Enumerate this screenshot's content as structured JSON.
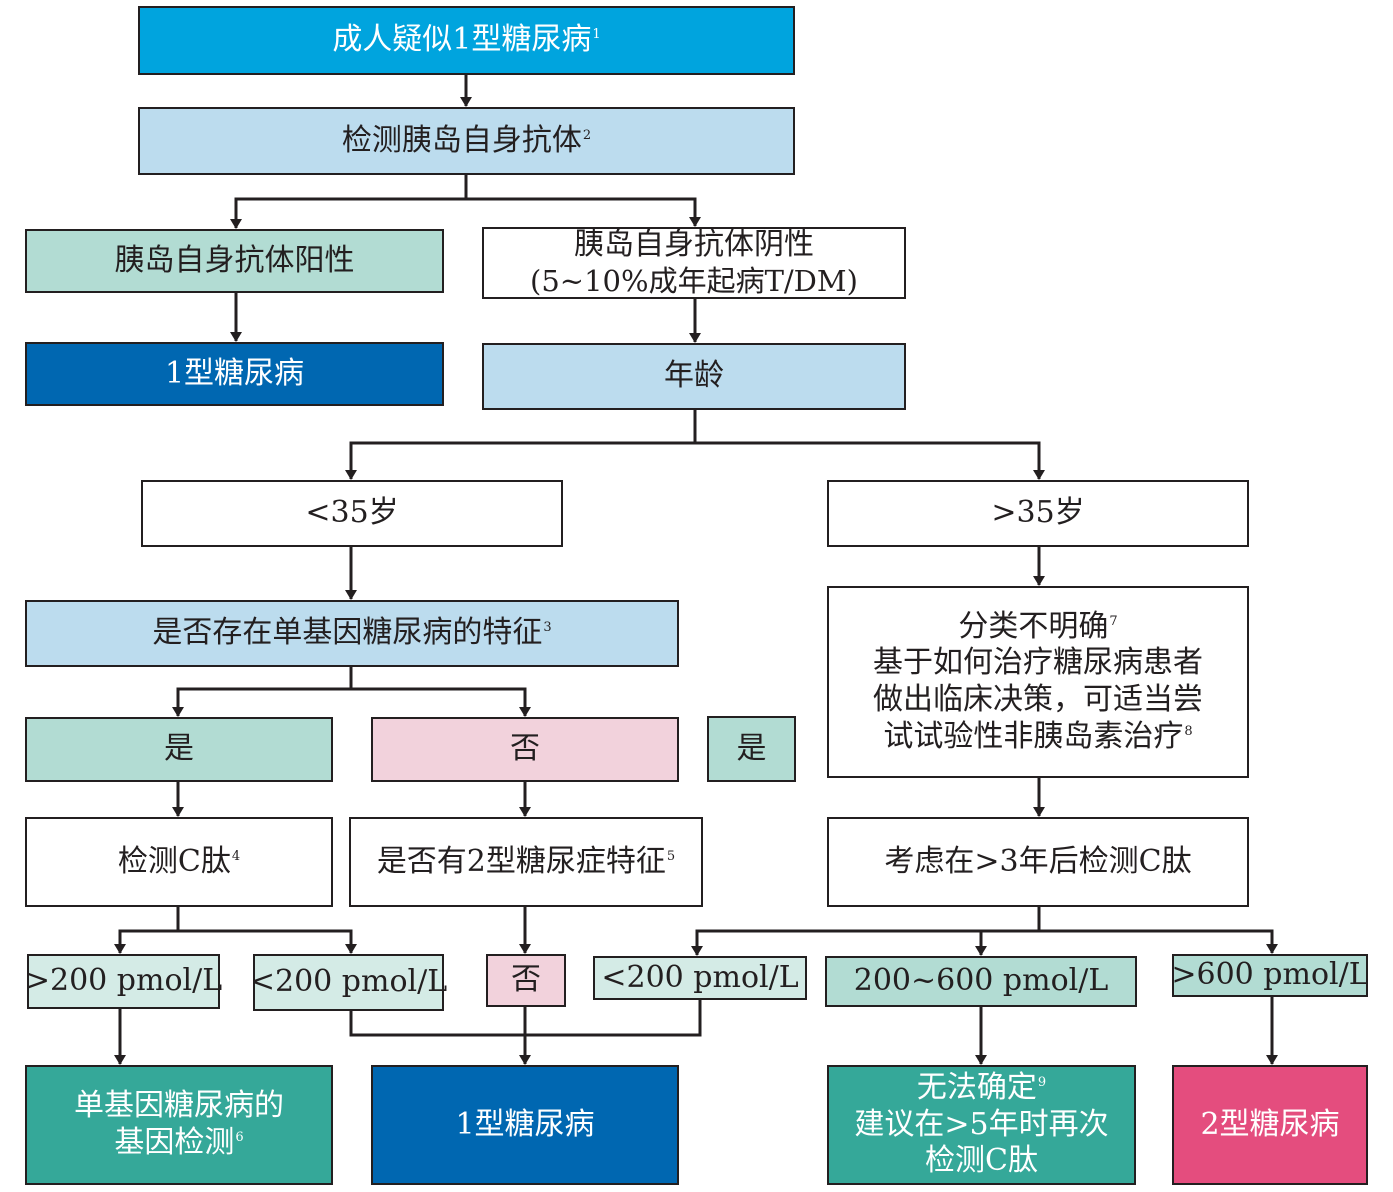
{
  "colors": {
    "start": "#00a4de",
    "step": "#bcdcee",
    "positive": "#b2dcd3",
    "cpeptide": "#d4ebe6",
    "type1": "#0067b1",
    "negative": "#f2d2dc",
    "outcome_teal": "#35a899",
    "type2": "#e44d7e",
    "line": "#231f20"
  },
  "nodes": {
    "start": {
      "text": "成人疑似1型糖尿病",
      "note": "1"
    },
    "antibody_test": {
      "text": "检测胰岛自身抗体",
      "note": "2"
    },
    "antibody_positive": {
      "text": "胰岛自身抗体阳性"
    },
    "type1_left": {
      "text": "1型糖尿病"
    },
    "antibody_negative": {
      "line1": "胰岛自身抗体阴性",
      "line2": "(5~10%成年起病T/DM)"
    },
    "age": {
      "text": "年龄"
    },
    "under35": {
      "text": "<35岁"
    },
    "over35": {
      "text": ">35岁"
    },
    "monogenic_features": {
      "text": "是否存在单基因糖尿病的特征",
      "note": "3"
    },
    "yes_left": {
      "text": "是"
    },
    "no_mid": {
      "text": "否"
    },
    "yes_right": {
      "text": "是"
    },
    "unclear": {
      "line1": "分类不明确",
      "note1": "7",
      "line2": "基于如何治疗糖尿病患者",
      "line3": "做出临床决策，可适当尝",
      "line4": "试试验性非胰岛素治疗",
      "note4": "8"
    },
    "test_cpeptide": {
      "text": "检测C肽",
      "note": "4"
    },
    "type2_features": {
      "text": "是否有2型糖尿症特征",
      "note": "5"
    },
    "consider_cpeptide": {
      "text": "考虑在>3年后检测C肽"
    },
    "gt200": {
      "text": ">200 pmol/L"
    },
    "lt200_left": {
      "text": "<200 pmol/L"
    },
    "no_small": {
      "text": "否"
    },
    "lt200_right": {
      "text": "<200 pmol/L"
    },
    "range200_600": {
      "text": "200~600 pmol/L"
    },
    "gt600": {
      "text": ">600 pmol/L"
    },
    "genetic_test": {
      "line1": "单基因糖尿病的",
      "line2": "基因检测",
      "note": "6"
    },
    "type1_bottom": {
      "text": "1型糖尿病"
    },
    "undetermined": {
      "line1": "无法确定",
      "note1": "9",
      "line2": "建议在>5年时再次",
      "line3": "检测C肽"
    },
    "type2_bottom": {
      "text": "2型糖尿病"
    }
  }
}
